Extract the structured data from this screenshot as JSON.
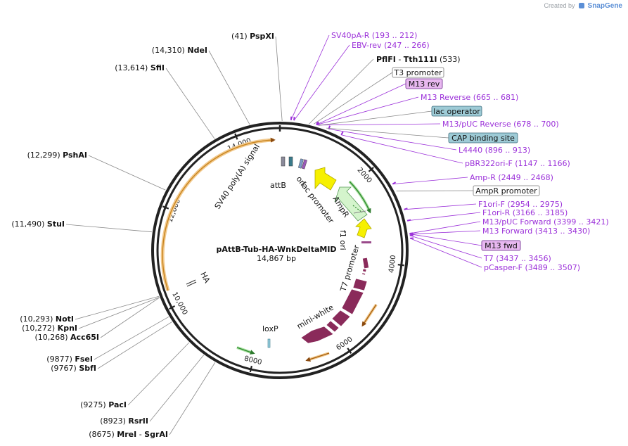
{
  "credit": {
    "prefix": "Created by",
    "brand": "SnapGene"
  },
  "plasmid": {
    "name": "pAttB-Tub-HA-WnkDeltaMID",
    "size_label": "14,867 bp",
    "length": 14867
  },
  "ticks": [
    {
      "pos": 2000,
      "label": "2000"
    },
    {
      "pos": 4000,
      "label": "4000"
    },
    {
      "pos": 6000,
      "label": "6000"
    },
    {
      "pos": 8000,
      "label": "8000"
    },
    {
      "pos": 10000,
      "label": "10,000"
    },
    {
      "pos": 12000,
      "label": "12,000"
    },
    {
      "pos": 14000,
      "label": "14,000"
    }
  ],
  "enzymes_right": [
    {
      "num": "",
      "name": "PflFI",
      "sep": " - ",
      "name2": "Tth111I",
      "coord": "(533)",
      "site": 533
    }
  ],
  "enzymes_left": [
    {
      "num": "(41)",
      "name": "PspXI",
      "site": 41
    },
    {
      "num": "(14,310)",
      "name": "NdeI",
      "site": 14310
    },
    {
      "num": "(13,614)",
      "name": "SfiI",
      "site": 13614
    },
    {
      "num": "(12,299)",
      "name": "PshAI",
      "site": 12299
    },
    {
      "num": "(11,490)",
      "name": "StuI",
      "site": 11490
    },
    {
      "num": "(10,293)",
      "name": "NotI",
      "site": 10293
    },
    {
      "num": "(10,272)",
      "name": "KpnI",
      "site": 10272
    },
    {
      "num": "(10,268)",
      "name": "Acc65I",
      "site": 10268
    },
    {
      "num": "(9877)",
      "name": "FseI",
      "site": 9877
    },
    {
      "num": "(9767)",
      "name": "SbfI",
      "site": 9767
    },
    {
      "num": "(9275)",
      "name": "PacI",
      "site": 9275
    },
    {
      "num": "(8923)",
      "name": "RsrII",
      "site": 8923
    },
    {
      "num": "(8675)",
      "name": "MreI",
      "sep": " - ",
      "name2": "SgrAI",
      "site": 8675
    }
  ],
  "primers": [
    {
      "name": "SV40pA-R",
      "range": "(193 .. 212)",
      "site": 202
    },
    {
      "name": "EBV-rev",
      "range": "(247 .. 266)",
      "site": 256
    },
    {
      "name": "M13 Reverse",
      "range": "(665 .. 681)",
      "site": 673
    },
    {
      "name": "M13/pUC Reverse",
      "range": "(678 .. 700)",
      "site": 689
    },
    {
      "name": "L4440",
      "range": "(896 .. 913)",
      "site": 904
    },
    {
      "name": "pBR322ori-F",
      "range": "(1147 .. 1166)",
      "site": 1156
    },
    {
      "name": "Amp-R",
      "range": "(2449 .. 2468)",
      "site": 2458
    },
    {
      "name": "F1ori-F",
      "range": "(2954 .. 2975)",
      "site": 2964
    },
    {
      "name": "F1ori-R",
      "range": "(3166 .. 3185)",
      "site": 3175
    },
    {
      "name": "M13/pUC Forward",
      "range": "(3399 .. 3421)",
      "site": 3410
    },
    {
      "name": "M13 Forward",
      "range": "(3413 .. 3430)",
      "site": 3421
    },
    {
      "name": "T7",
      "range": "(3437 .. 3456)",
      "site": 3446
    },
    {
      "name": "pCasper-F",
      "range": "(3489 .. 3507)",
      "site": 3498
    }
  ],
  "boxed_features": [
    {
      "name": "T3 promoter",
      "style": "promoter",
      "site": 620
    },
    {
      "name": "M13 rev",
      "style": "primer",
      "site": 668
    },
    {
      "name": "lac operator",
      "style": "regulatory",
      "site": 710
    },
    {
      "name": "CAP binding site",
      "style": "regulatory",
      "site": 860
    },
    {
      "name": "AmpR promoter",
      "style": "promoter",
      "site": 2600
    },
    {
      "name": "M13 fwd",
      "style": "primer",
      "site": 3418
    }
  ],
  "feature_labels": [
    {
      "name": "SV40 poly(A) signal"
    },
    {
      "name": "attB"
    },
    {
      "name": "ori"
    },
    {
      "name": "lac promoter"
    },
    {
      "name": "AmpR"
    },
    {
      "name": "f1 ori"
    },
    {
      "name": "T7 promoter"
    },
    {
      "name": "mini-white"
    },
    {
      "name": "loxP"
    },
    {
      "name": "HA"
    }
  ],
  "colors": {
    "backbone": "#222222",
    "primer": "#9b30d9",
    "primer_box": "#e8b8f0",
    "regulatory_box": "#9ecbd6",
    "ori": "#f6f000",
    "ampr": "#c8f0c0",
    "mini_white": "#8a2a5a",
    "orange": "#e89020",
    "green": "#2e9a2e",
    "enzyme_line": "#777777"
  }
}
